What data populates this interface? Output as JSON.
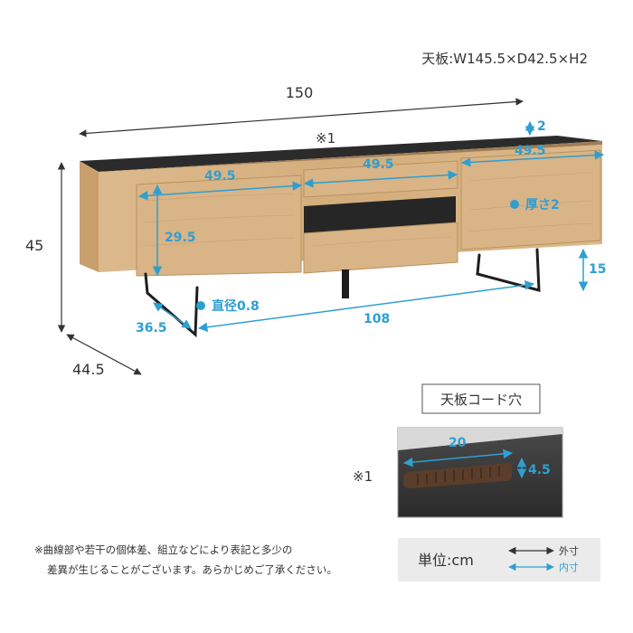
{
  "colors": {
    "outer_dim": "#333333",
    "inner_dim": "#2e9fd1",
    "wood": "#d9b486",
    "wood_dark": "#c99f6e",
    "top_panel": "#2b2b2b",
    "leg": "#1e1e1e"
  },
  "tabletop_spec": "天板:W145.5×D42.5×H2",
  "outer": {
    "width": "150",
    "height": "45",
    "depth": "44.5"
  },
  "inner": {
    "thickness_top": "2",
    "drawer_right_top": "49.5",
    "drawer_left": "49.5",
    "drawer_center": "49.5",
    "drawer_right": "49.5",
    "door_height": "29.5",
    "board_thickness": "厚さ2",
    "leg_diameter": "直径0.8",
    "leg_depth": "36.5",
    "leg_span": "108",
    "clearance": "15"
  },
  "note_marker": "※1",
  "cord_hole": {
    "title": "天板コード穴",
    "marker": "※1",
    "width": "20",
    "height": "4.5"
  },
  "footnote": {
    "line1": "※曲線部や若干の個体差、組立などにより表記と多少の",
    "line2": "差異が生じることがございます。あらかじめご了承ください。"
  },
  "legend": {
    "unit": "単位:cm",
    "outer": "外寸",
    "inner": "内寸"
  }
}
